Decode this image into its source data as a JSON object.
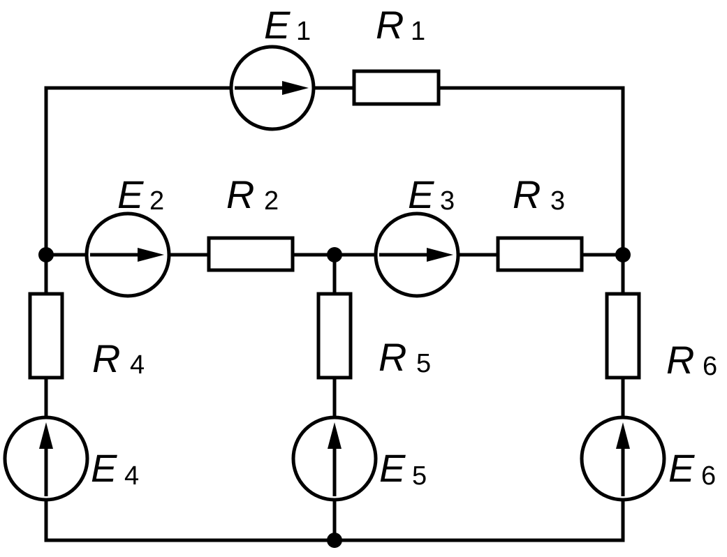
{
  "colors": {
    "line": "#000000",
    "background": "#ffffff"
  },
  "components": {
    "E1": {
      "letter": "E",
      "index": "1"
    },
    "R1": {
      "letter": "R",
      "index": "1"
    },
    "E2": {
      "letter": "E",
      "index": "2"
    },
    "R2": {
      "letter": "R",
      "index": "2"
    },
    "E3": {
      "letter": "E",
      "index": "3"
    },
    "R3": {
      "letter": "R",
      "index": "3"
    },
    "R4": {
      "letter": "R",
      "index": "4"
    },
    "E4": {
      "letter": "E",
      "index": "4"
    },
    "R5": {
      "letter": "R",
      "index": "5"
    },
    "E5": {
      "letter": "E",
      "index": "5"
    },
    "R6": {
      "letter": "R",
      "index": "6"
    },
    "E6": {
      "letter": "E",
      "index": "6"
    }
  }
}
